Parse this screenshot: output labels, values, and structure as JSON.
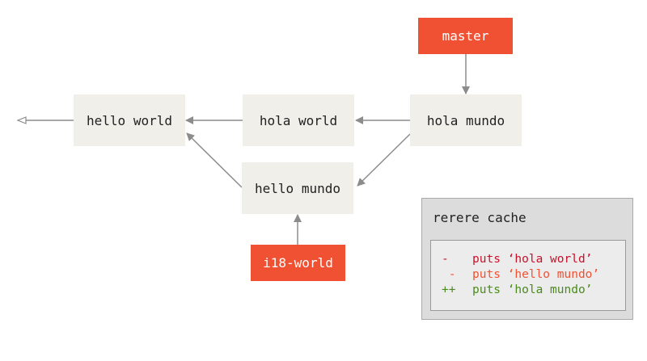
{
  "colors": {
    "commit_fill": "#f0efea",
    "ref_fill": "#f05133",
    "edge": "#8c8c8c",
    "removed": "#c7112b",
    "removed_alt": "#f05133",
    "added": "#4a8a1e"
  },
  "commits": {
    "hello_world": "hello world",
    "hola_world": "hola world",
    "hola_mundo": "hola mundo",
    "hello_mundo": "hello mundo"
  },
  "refs": {
    "master": "master",
    "i18_world": "i18-world"
  },
  "rerere_cache": {
    "title": "rerere cache",
    "lines": [
      {
        "marker": "-",
        "text": "puts ‘hola world’",
        "color": "#c7112b"
      },
      {
        "marker": " -",
        "text": "puts ‘hello mundo’",
        "color": "#f05133"
      },
      {
        "marker": "++",
        "text": "puts ‘hola mundo’",
        "color": "#4a8a1e"
      }
    ]
  }
}
